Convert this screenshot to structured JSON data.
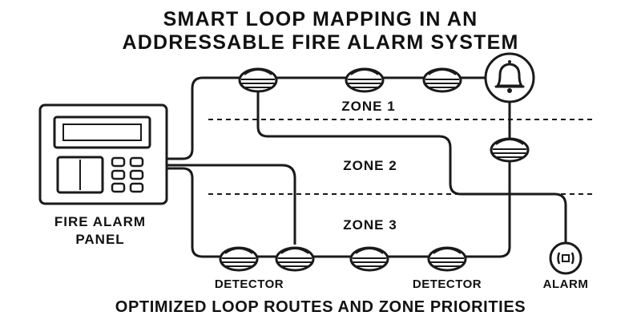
{
  "title": {
    "line1": "SMART LOOP MAPPING IN AN",
    "line2": "ADDRESSABLE FIRE ALARM SYSTEM"
  },
  "zones": {
    "zone1": "ZONE 1",
    "zone2": "ZONE 2",
    "zone3": "ZONE 3"
  },
  "panel": {
    "label_line1": "FIRE ALARM",
    "label_line2": "PANEL"
  },
  "devices": {
    "detector_left": "DETECTOR",
    "detector_right": "DETECTOR",
    "alarm": "ALARM"
  },
  "caption": "OPTIMIZED LOOP ROUTES AND ZONE PRIORITIES",
  "icons": {
    "bell": "bell-icon",
    "detector": "smoke-detector-icon",
    "alarm_device": "alarm-strobe-icon",
    "panel": "fire-alarm-panel-icon"
  },
  "colors": {
    "line": "#1a1a1a",
    "background": "#ffffff"
  }
}
